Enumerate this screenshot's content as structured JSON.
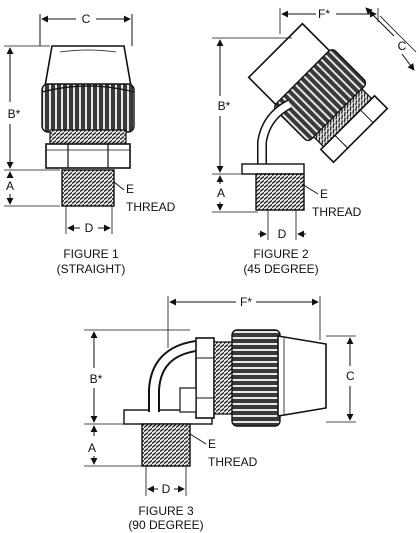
{
  "figures": [
    {
      "title": "FIGURE 1",
      "subtitle": "(STRAIGHT)",
      "dims": {
        "c": "C",
        "b": "B*",
        "a": "A",
        "e": "E",
        "thread": "THREAD",
        "d": "D"
      }
    },
    {
      "title": "FIGURE 2",
      "subtitle": "(45 DEGREE)",
      "dims": {
        "f": "F*",
        "c": "C",
        "b": "B*",
        "a": "A",
        "e": "E",
        "thread": "THREAD",
        "d": "D"
      }
    },
    {
      "title": "FIGURE 3",
      "subtitle": "(90 DEGREE)",
      "dims": {
        "f": "F*",
        "c": "C",
        "b": "B*",
        "a": "A",
        "e": "E",
        "thread": "THREAD",
        "d": "D"
      }
    }
  ]
}
